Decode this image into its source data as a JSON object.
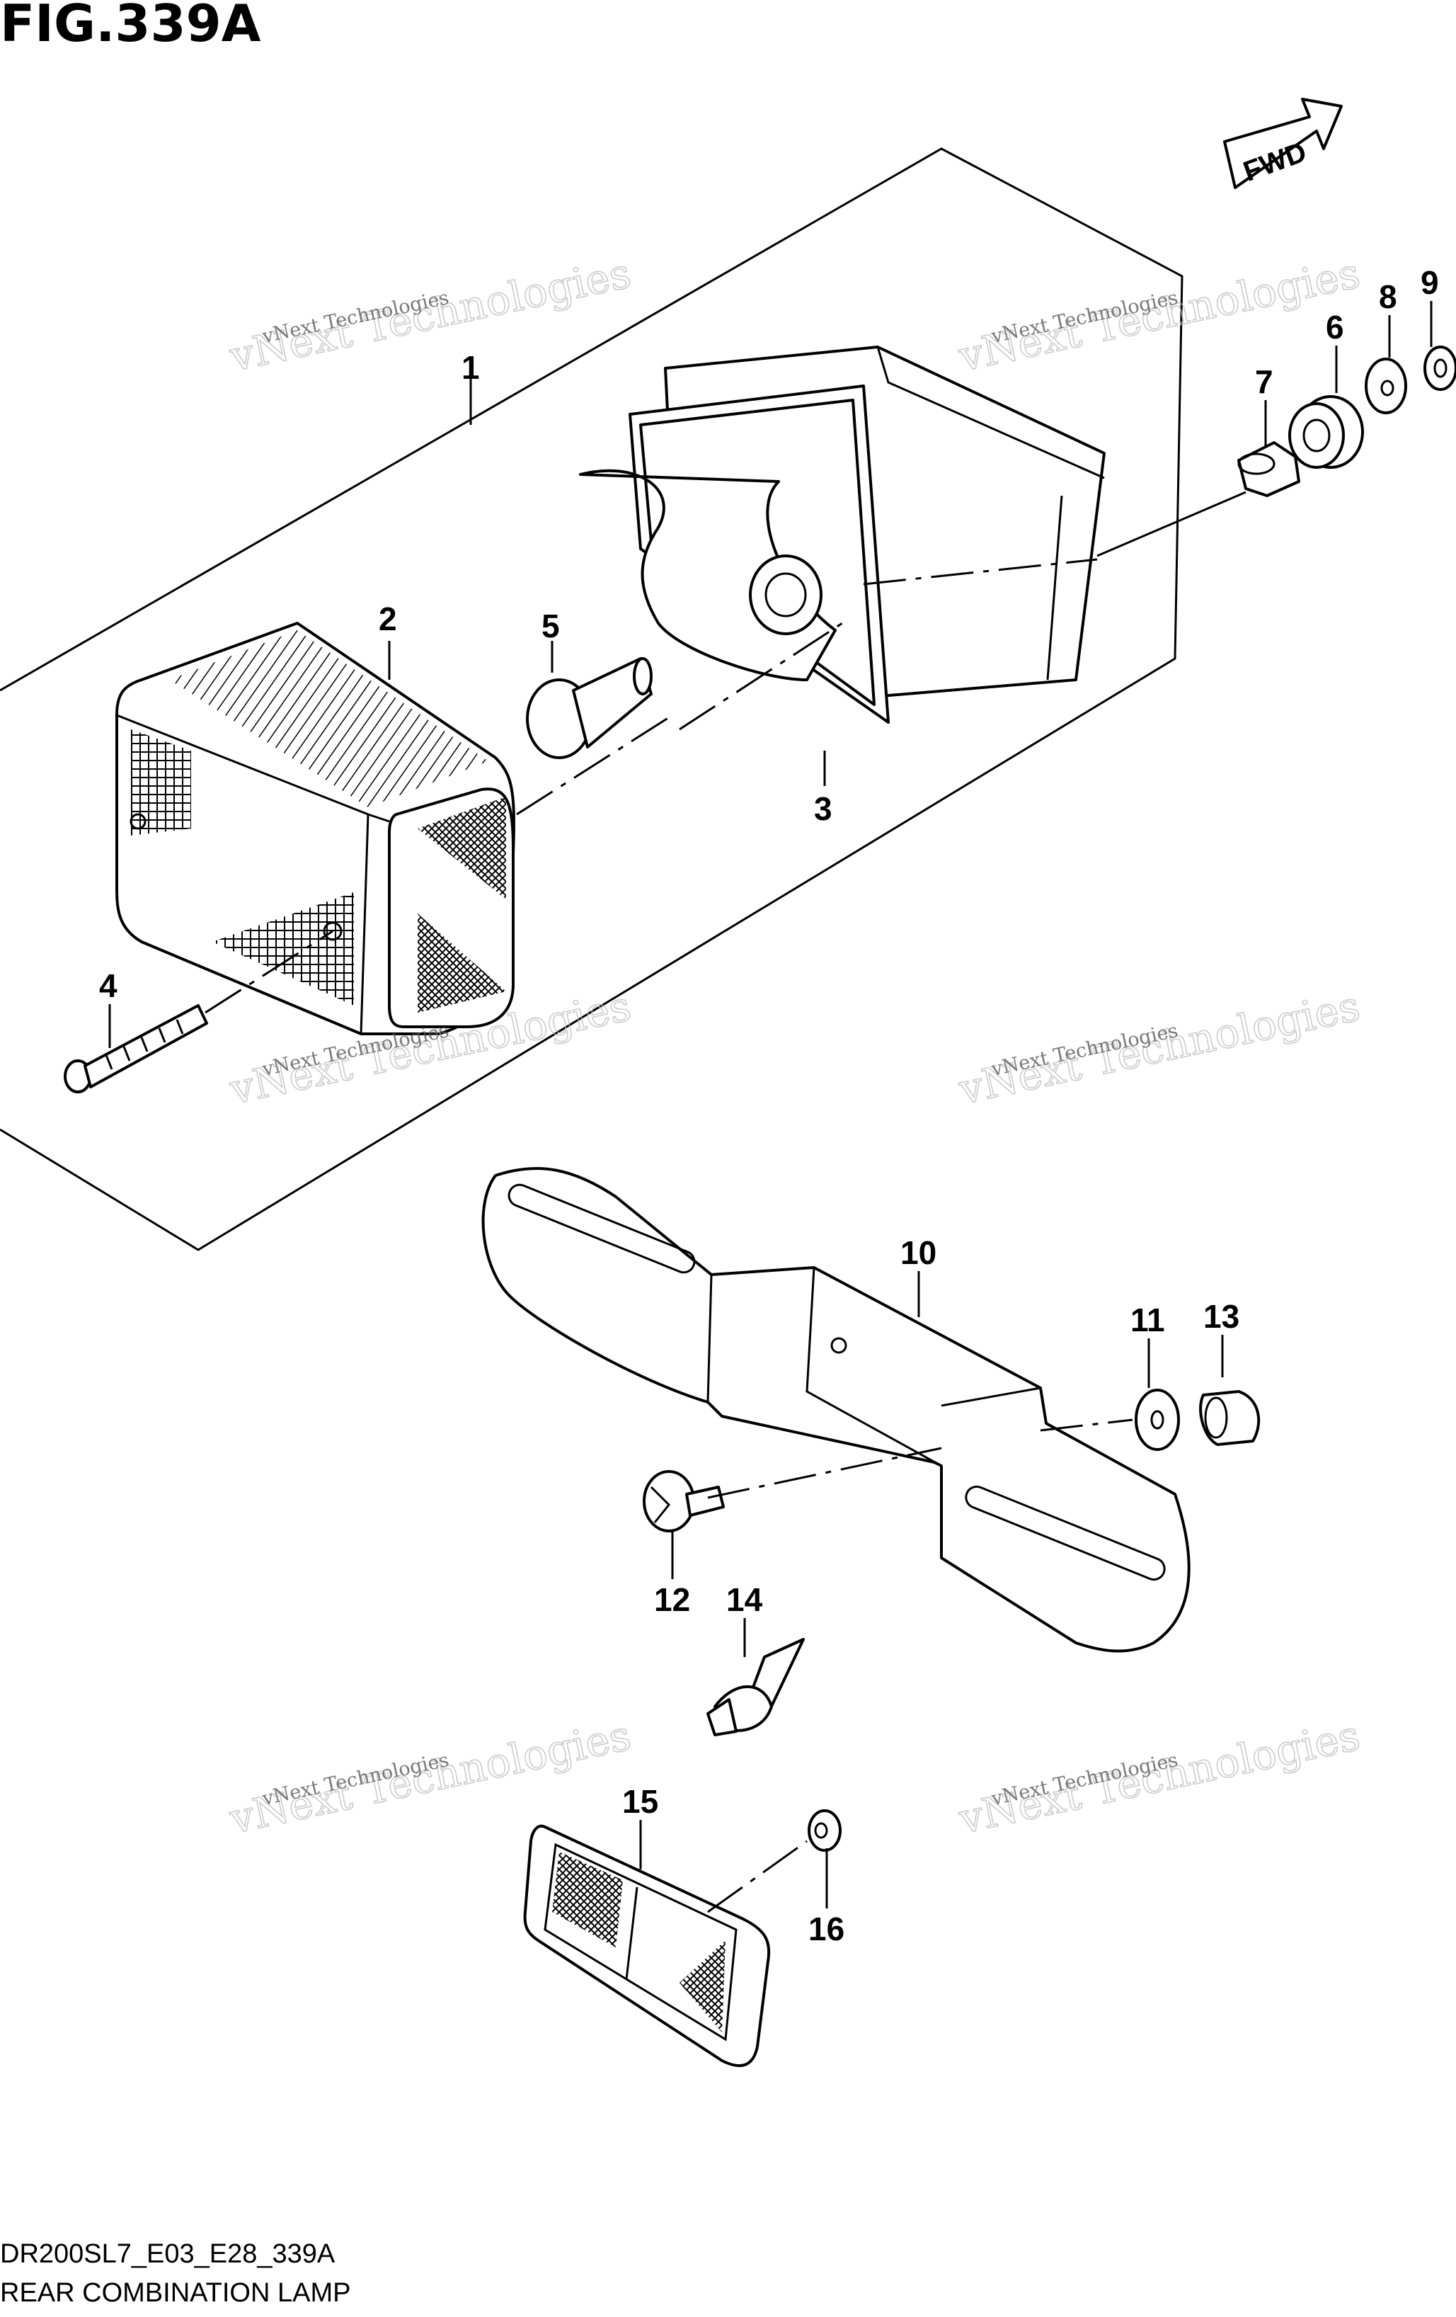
{
  "figure": {
    "title": "FIG.339A",
    "direction_label": "FWD",
    "model_code": "DR200SL7_E03_E28_339A",
    "caption": "REAR COMBINATION LAMP"
  },
  "watermark": {
    "line1": "vNext Technologies",
    "line2": "vNext Technologies"
  },
  "callouts": {
    "p1": "1",
    "p2": "2",
    "p3": "3",
    "p4": "4",
    "p5": "5",
    "p6": "6",
    "p7": "7",
    "p8": "8",
    "p9": "9",
    "p10": "10",
    "p11": "11",
    "p12": "12",
    "p13": "13",
    "p14": "14",
    "p15": "15",
    "p16": "16"
  },
  "icons": {
    "direction": "fwd-arrow-icon"
  }
}
